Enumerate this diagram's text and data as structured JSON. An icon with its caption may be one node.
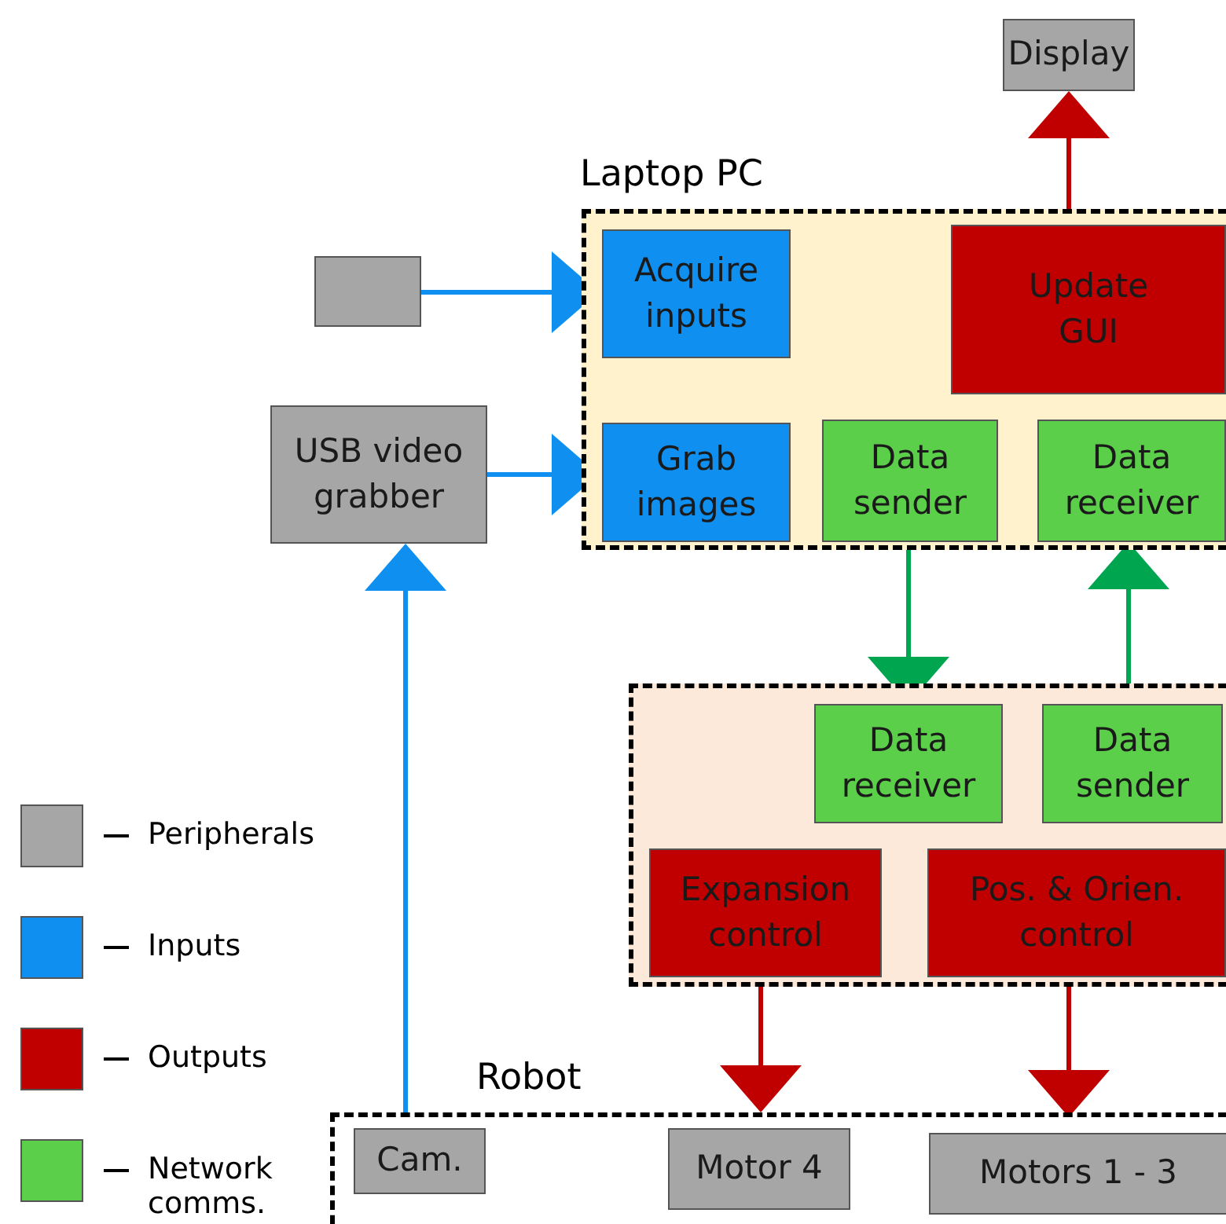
{
  "diagram": {
    "nodes": [
      {
        "text": [
          "Display"
        ]
      },
      {
        "text": [
          "Laptop PC"
        ]
      },
      {
        "text": [
          "Acquire inputs"
        ],
        "in": 1
      },
      {
        "text": [
          "Update GUI"
        ],
        "in": 1
      },
      {
        "text": [
          "Grab images"
        ],
        "in": 1
      },
      {
        "text": [
          "Data sender"
        ],
        "in": 1
      },
      {
        "text": [
          "Data receiver"
        ],
        "in": 1
      },
      {
        "text": [],
        "shape": "box"
      },
      {
        "text": [
          "USB video grabber"
        ]
      },
      {
        "text": [],
        "shape": "box"
      },
      {
        "text": [
          "Data receiver"
        ],
        "in": 9
      },
      {
        "text": [
          "Data sender"
        ],
        "in": 9
      },
      {
        "text": [
          "Expansion control"
        ],
        "in": 9
      },
      {
        "text": [
          "Pos. & Orien. control"
        ],
        "in": 9
      },
      {
        "text": [
          "Robot"
        ]
      },
      {
        "text": [
          "Cam."
        ],
        "in": 14
      },
      {
        "text": [
          "Motor 4"
        ],
        "in": 14
      },
      {
        "text": [
          "Motors 1 - 3"
        ],
        "in": 14
      }
    ],
    "edges": [
      {
        "from": 3,
        "to": 0,
        "arrow": "to",
        "color": "#c00000"
      },
      {
        "from": 7,
        "to": 2,
        "arrow": "to",
        "color": "#0f8ff0"
      },
      {
        "from": 8,
        "to": 4,
        "arrow": "to",
        "color": "#0f8ff0"
      },
      {
        "from": 5,
        "to": 10,
        "arrow": "to",
        "color": "#00a550"
      },
      {
        "from": 11,
        "to": 6,
        "arrow": "to",
        "color": "#00a550"
      },
      {
        "from": 12,
        "to": 16,
        "arrow": "to",
        "color": "#c00000"
      },
      {
        "from": 13,
        "to": 17,
        "arrow": "to",
        "color": "#c00000"
      },
      {
        "from": 15,
        "to": 8,
        "arrow": "to",
        "color": "#0f8ff0"
      }
    ],
    "legend": [
      {
        "text": "Peripherals",
        "color": "#a6a6a6"
      },
      {
        "text": "Inputs",
        "color": "#0f8ff0"
      },
      {
        "text": "Outputs",
        "color": "#c00000"
      },
      {
        "text": "Network comms.",
        "color": "#5ccf4a"
      }
    ]
  }
}
